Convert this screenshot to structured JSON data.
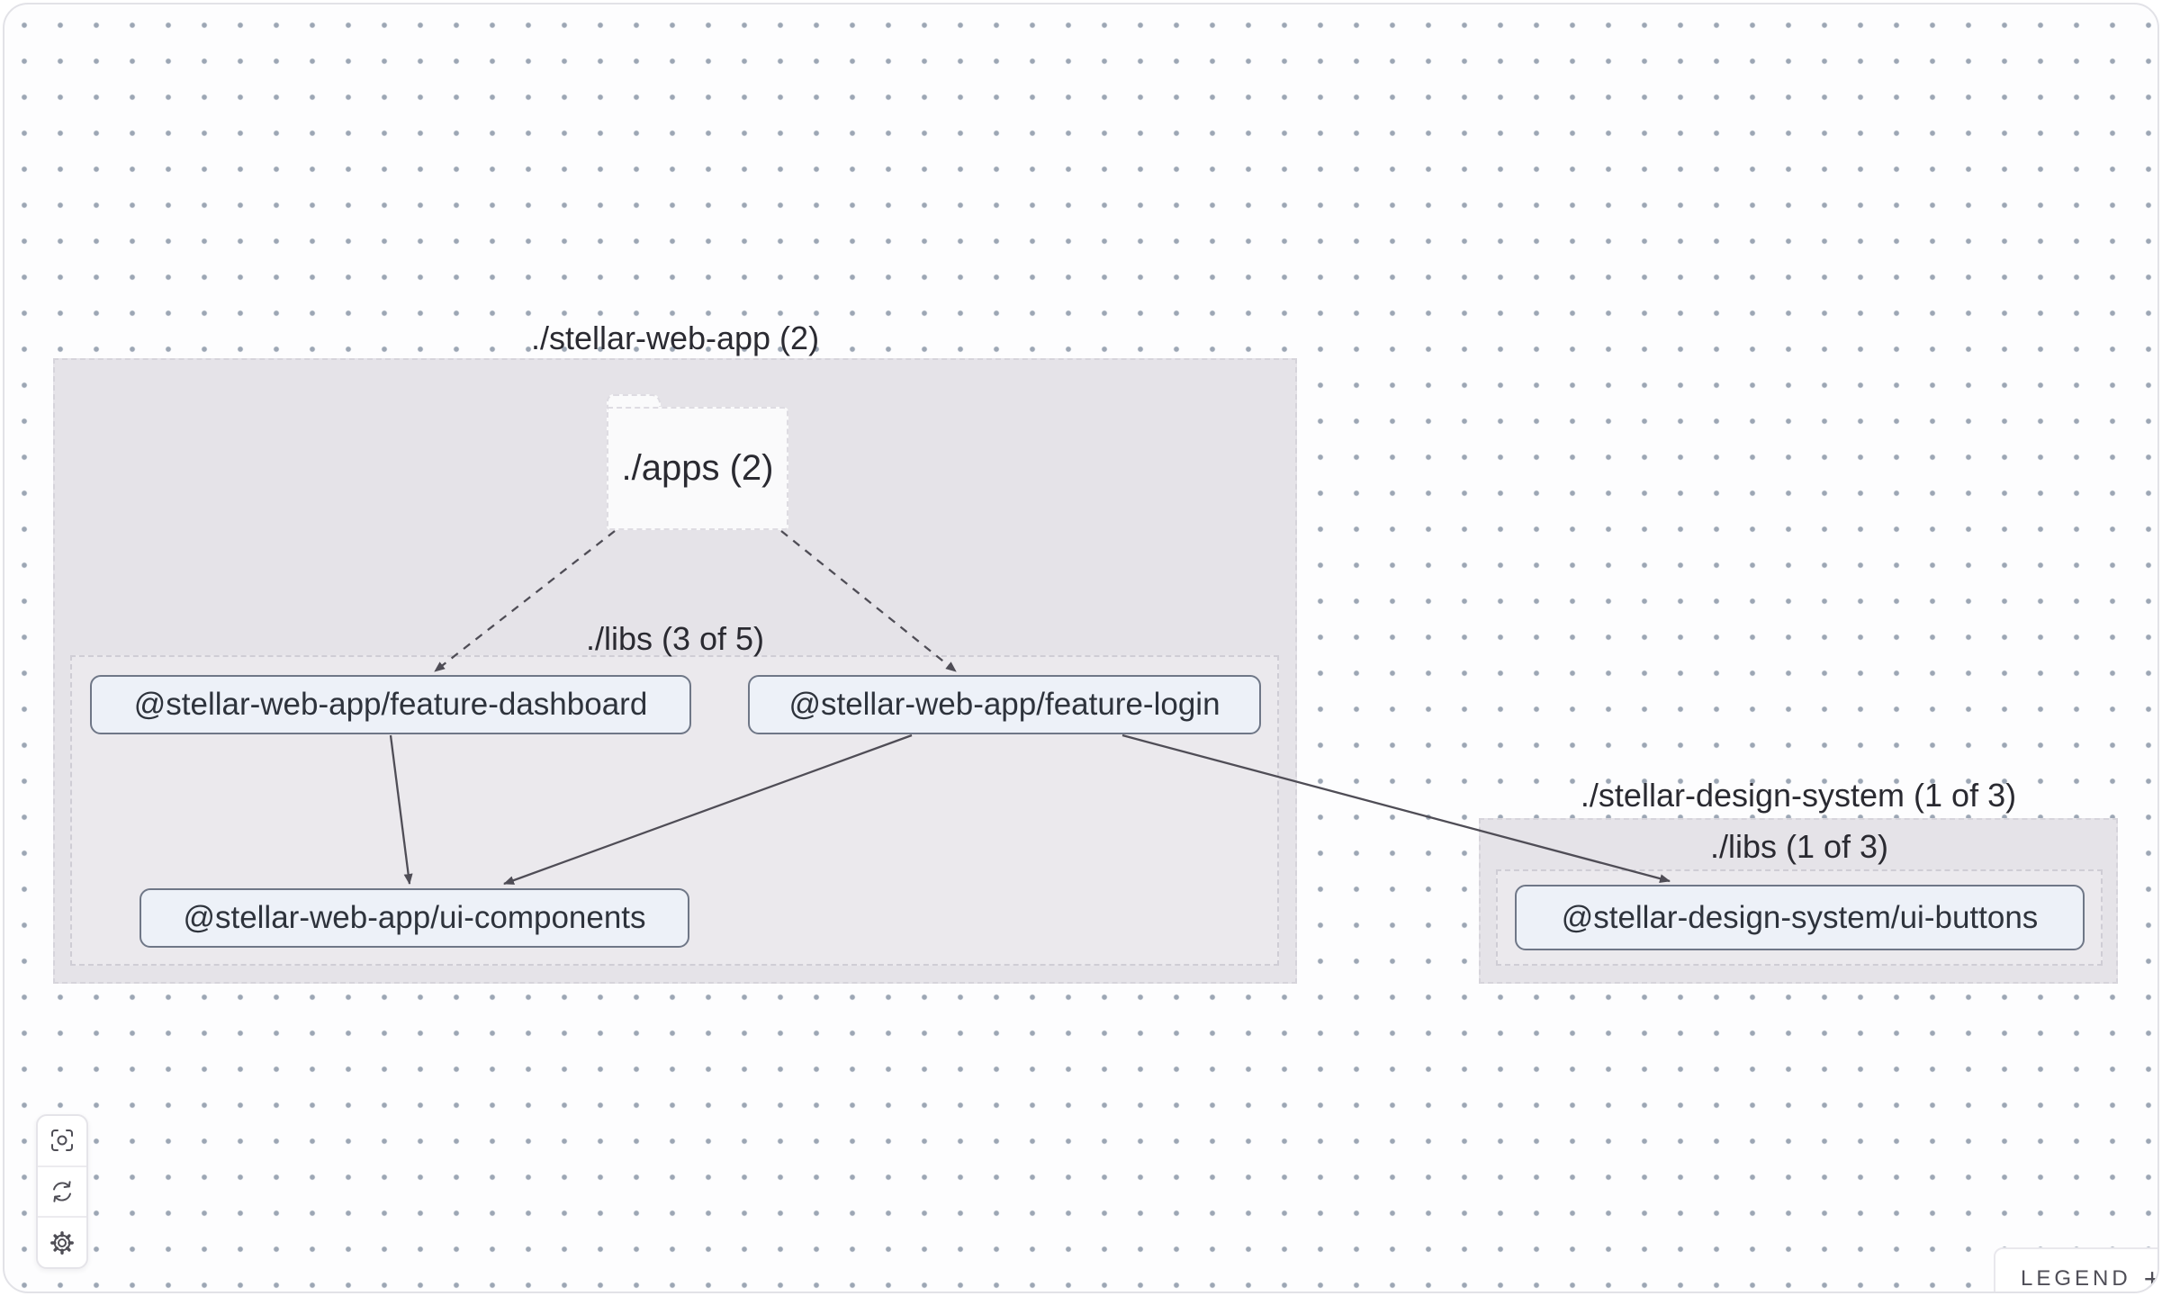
{
  "graph": {
    "groups": [
      {
        "id": "stellar-web-app",
        "label": "./stellar-web-app (2)"
      },
      {
        "id": "stellar-web-app-libs",
        "label": "./libs (3 of 5)"
      },
      {
        "id": "stellar-design-system",
        "label": "./stellar-design-system (1 of 3)"
      },
      {
        "id": "stellar-design-system-libs",
        "label": "./libs (1 of 3)"
      }
    ],
    "folder_node": {
      "id": "apps",
      "label": "./apps (2)"
    },
    "project_nodes": [
      {
        "id": "feature-dashboard",
        "label": "@stellar-web-app/feature-dashboard"
      },
      {
        "id": "feature-login",
        "label": "@stellar-web-app/feature-login"
      },
      {
        "id": "ui-components",
        "label": "@stellar-web-app/ui-components"
      },
      {
        "id": "ui-buttons",
        "label": "@stellar-design-system/ui-buttons"
      }
    ],
    "edges": [
      {
        "from": "apps",
        "to": "feature-dashboard",
        "style": "dashed"
      },
      {
        "from": "apps",
        "to": "feature-login",
        "style": "dashed"
      },
      {
        "from": "feature-dashboard",
        "to": "ui-components",
        "style": "solid"
      },
      {
        "from": "feature-login",
        "to": "ui-components",
        "style": "solid"
      },
      {
        "from": "feature-login",
        "to": "ui-buttons",
        "style": "solid"
      }
    ]
  },
  "toolbar": {
    "buttons": [
      {
        "icon": "focus-icon"
      },
      {
        "icon": "refresh-icon"
      },
      {
        "icon": "settings-icon"
      }
    ]
  },
  "legend": {
    "label": "LEGEND",
    "toggle": "+"
  },
  "colors": {
    "canvas_background": "#fdfdfe",
    "dot_grid": "#9ca6b4",
    "group_fill": "#e5e3e8",
    "node_fill": "#edf1f8",
    "node_border": "#6f7787",
    "edge": "#4f4d56",
    "text": "#2a2a31"
  }
}
